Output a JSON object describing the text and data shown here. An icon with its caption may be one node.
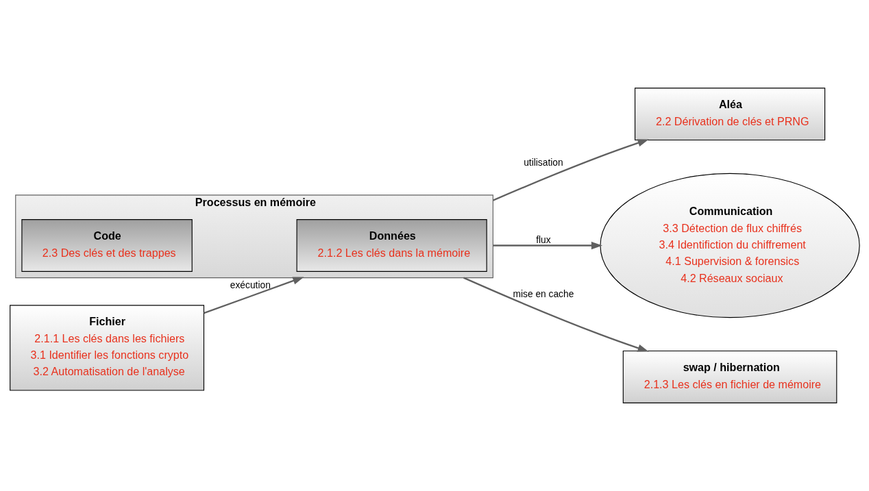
{
  "diagram": {
    "nodes": [
      {
        "text": [
          "Aléa",
          "2.2 Dérivation de clés et PRNG"
        ]
      },
      {
        "text": [
          "Processus en mémoire"
        ]
      },
      {
        "text": [
          "Données",
          "2.1.2 Les clés dans la mémoire"
        ],
        "in": 1
      },
      {
        "text": [
          "Code",
          "2.3 Des clés et des trappes"
        ],
        "in": 1
      },
      {
        "text": [
          "Fichier",
          "2.1.1 Les clés dans les fichiers",
          "3.1 Identifier les fonctions crypto",
          "3.2 Automatisation de l'analyse"
        ]
      },
      {
        "text": [
          "Communication",
          "3.3 Détection de flux chiffrés",
          "3.4 Identifiction du chiffrement",
          "4.1 Supervision & forensics",
          "4.2 Réseaux sociaux"
        ]
      },
      {
        "text": [
          "swap / hibernation",
          "2.1.3 Les clés en fichier de mémoire"
        ]
      }
    ],
    "edges": [
      {
        "from": 1,
        "to": 0,
        "arrow": "to",
        "label": "utilisation"
      },
      {
        "from": 4,
        "to": 1,
        "arrow": "to",
        "label": "exécution"
      },
      {
        "from": 1,
        "to": 5,
        "arrow": "to",
        "label": "flux"
      },
      {
        "from": 1,
        "to": 6,
        "arrow": "to",
        "label": "mise en cache"
      }
    ]
  }
}
